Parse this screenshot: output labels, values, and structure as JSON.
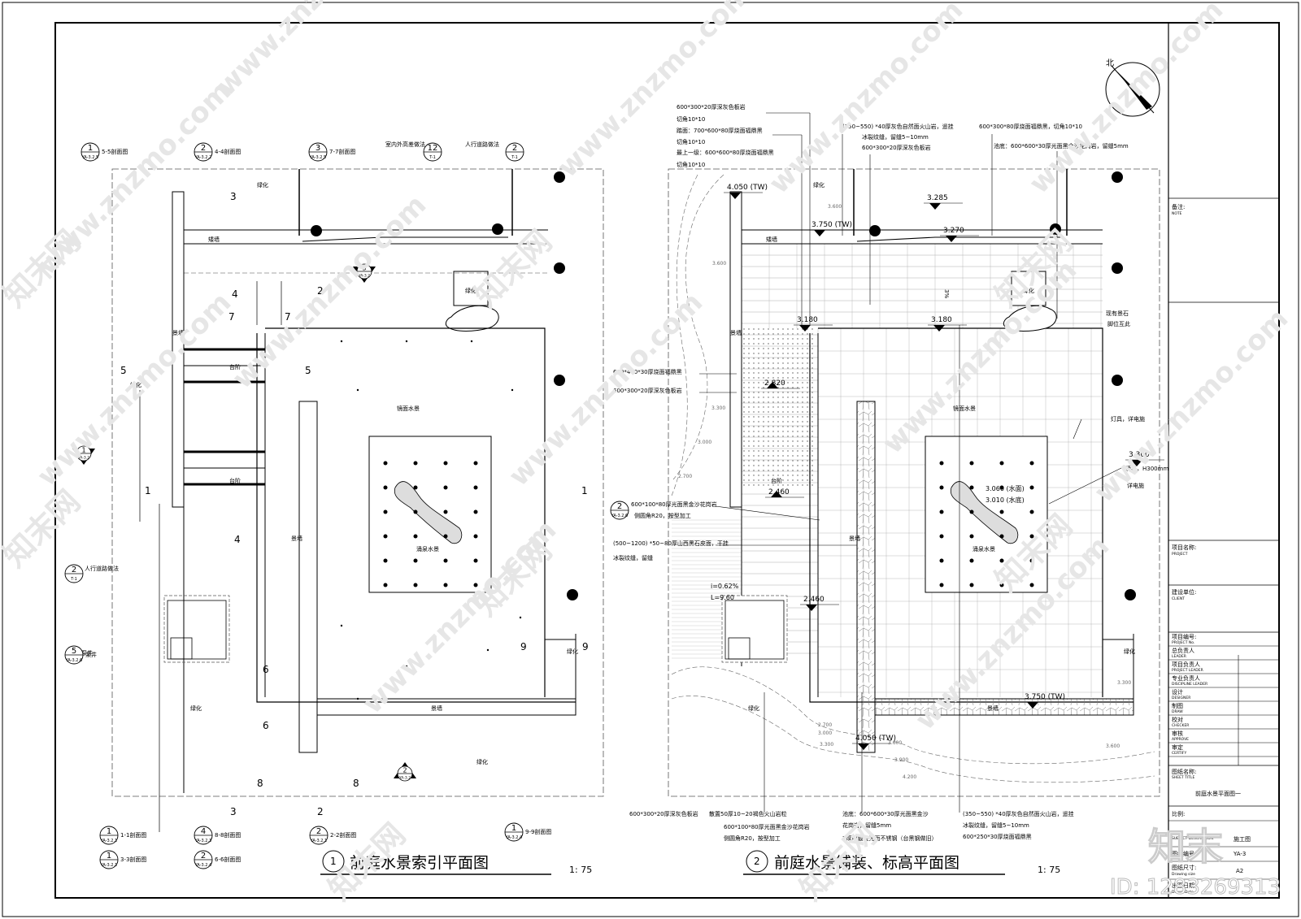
{
  "north_label": "北",
  "plan1": {
    "title": "前庭水景索引平面图",
    "scale": "1: 75",
    "number": "1",
    "labels": {
      "green": "绿化",
      "low_wall": "矮墙",
      "scenic_wall": "景墙",
      "steps": "台阶",
      "mirror_pool": "镜面水景",
      "spring_pool": "涌泉水景",
      "pump_well": "泵井",
      "ped_road": "人行道路做法",
      "indoor_floor": "室内外高差做法"
    },
    "section_refs": [
      {
        "num": "1",
        "sheet": "YA-3.2.5",
        "desc": "5-5剖面图"
      },
      {
        "num": "2",
        "sheet": "YA-3.2.2",
        "desc": "4-4剖面图"
      },
      {
        "num": "3",
        "sheet": "YA-3.2.5",
        "desc": "7-7剖面图"
      },
      {
        "num": "12",
        "sheet": "T-1",
        "desc": "室内外高差做法"
      },
      {
        "num": "2",
        "sheet": "T-1",
        "desc": "人行道路做法"
      },
      {
        "num": "2",
        "sheet": "T-1",
        "desc": "人行道路做法"
      },
      {
        "num": "5",
        "sheet": "YA-3.2.6",
        "desc": "泵井"
      },
      {
        "num": "1",
        "sheet": "YA-3.2.1",
        "desc": "1-1剖面图"
      },
      {
        "num": "1",
        "sheet": "YA-3.2.1",
        "desc": "3-3剖面图"
      },
      {
        "num": "4",
        "sheet": "YA-3.2.3",
        "desc": "8-8剖面图"
      },
      {
        "num": "2",
        "sheet": "YA-3.2.4",
        "desc": "6-6剖面图"
      },
      {
        "num": "2",
        "sheet": "YA-3.2.1",
        "desc": "2-2剖面图"
      },
      {
        "num": "1",
        "sheet": "YA-3.2.4",
        "desc": "9-9剖面图"
      }
    ],
    "detail_refs": [
      {
        "num": "3",
        "sheet": "YA-3.2"
      },
      {
        "num": "1",
        "sheet": "YA-3.2"
      },
      {
        "num": "2",
        "sheet": "YA-3.2"
      }
    ],
    "section_numbers": [
      "1",
      "2",
      "3",
      "4",
      "5",
      "6",
      "7",
      "8",
      "9"
    ]
  },
  "plan2": {
    "title": "前庭水景铺装、标高平面图",
    "scale": "1: 75",
    "number": "2",
    "labels": {
      "green": "绿化",
      "low_wall": "矮墙",
      "scenic_wall": "景墙",
      "steps": "台阶",
      "mirror_pool": "镜面水景",
      "spring_pool": "涌泉水景",
      "rock_note_1": "现有景石",
      "rock_note_2": "脚位互此",
      "lamp": "灯具，详电施",
      "overflow": "涌泉，H300mm",
      "elec": "详电施",
      "slope": "i=0.62%",
      "slope_len": "L=9.60",
      "ramp": "3%"
    },
    "elevations": {
      "tw1": "4.050 (TW)",
      "tw2": "3.750 (TW)",
      "tw3": "3.750 (TW)",
      "tw4": "4.050 (TW)",
      "e1": "3.285",
      "e2": "3.270",
      "e3": "3.180",
      "e4": "3.180",
      "e5": "2.820",
      "e6": "2.460",
      "e7": "2.460",
      "e8": "3.300",
      "water1": "3.060 (水面)",
      "water2": "3.010 (水底)"
    },
    "contours": [
      "3.600",
      "3.600",
      "3.300",
      "3.000",
      "2.700",
      "2.700",
      "3.000",
      "3.300",
      "3.600",
      "3.900",
      "4.200",
      "3.600",
      "3.300"
    ],
    "material_notes": [
      "600*300*20厚深灰色板岩",
      "切角10*10",
      "踏面：700*600*80厚烧面福鼎黑",
      "切角10*10",
      "最上一级：600*600*80厚烧面福鼎黑",
      "切角10*10",
      "(350~550) *40厚灰色自然面火山岩，遥挂",
      "冰裂纹缝，留缝5~10mm",
      "600*300*20厚深灰色板岩",
      "600*300*80厚烧面福鼎黑，切角10*10",
      "池底：600*600*30厚光面黑金沙花岗岩，留缝5mm",
      "600*400*30厚烧面福鼎黑",
      "600*300*20厚深灰色板岩",
      "600*100*80厚光面黑金沙花岗岩",
      "侧圆角R20，按型加工",
      "(500~1200) *50~80厚山西黑石皮面，干挂",
      "冰裂纹缝，留缝",
      "600*300*20厚深灰色板岩",
      "散置50厚10~20褐色火山岩粒",
      "600*100*80厚光面黑金沙花岗岩",
      "侧圆角R20，按型加工",
      "池底：600*600*30厚光面黑金沙",
      "花岗岩，留缝5mm",
      "2厚电镀哑光面不锈钢（台黑钢做旧）",
      "(350~550) *40厚灰色自然面火山岩，遥挂",
      "冰裂纹缝，留缝5~10mm",
      "600*250*30厚烧面福鼎黑"
    ],
    "detail_ref": {
      "num": "2",
      "sheet": "YA-3.2.6"
    }
  },
  "title_block": {
    "note_cn": "备注:",
    "note_en": "NOTE",
    "project_cn": "项目名称:",
    "project_en": "PROJECT",
    "client_cn": "建设单位:",
    "client_en": "CLIENT",
    "rows": [
      {
        "cn": "项目编号:",
        "en": "PROJECT No."
      },
      {
        "cn": "总负责人",
        "en": "LEADER"
      },
      {
        "cn": "项目负责人",
        "en": "PROJECT LEADER"
      },
      {
        "cn": "专业负责人",
        "en": "DISCIPLINE LEADER"
      },
      {
        "cn": "设计",
        "en": "DESIGNER"
      },
      {
        "cn": "制图",
        "en": "DRAW"
      },
      {
        "cn": "校对",
        "en": "CHECKER"
      },
      {
        "cn": "审核",
        "en": "APPROVE"
      },
      {
        "cn": "审定",
        "en": "CERTIFY"
      }
    ],
    "sheet_title_cn": "图纸名称:",
    "sheet_title_en": "SHEET TITLE",
    "sheet_title": "前庭水景平面图一",
    "scale_cn": "比例:",
    "desc_en": "SUBJECT DESCRIPTION",
    "desc_val": "施工图",
    "sheet_no_cn": "图纸编号:",
    "sheet_no_val": "YA-3",
    "size_cn": "图纸尺寸:",
    "size_en": "Drawing size",
    "size_val": "A2",
    "date_cn": "出图日期:",
    "date_en": "Drawn Date"
  },
  "watermarks": {
    "site": "www.znzmo.com",
    "brand": "知末",
    "brand2": "知末网",
    "id": "ID: 1283269313"
  }
}
